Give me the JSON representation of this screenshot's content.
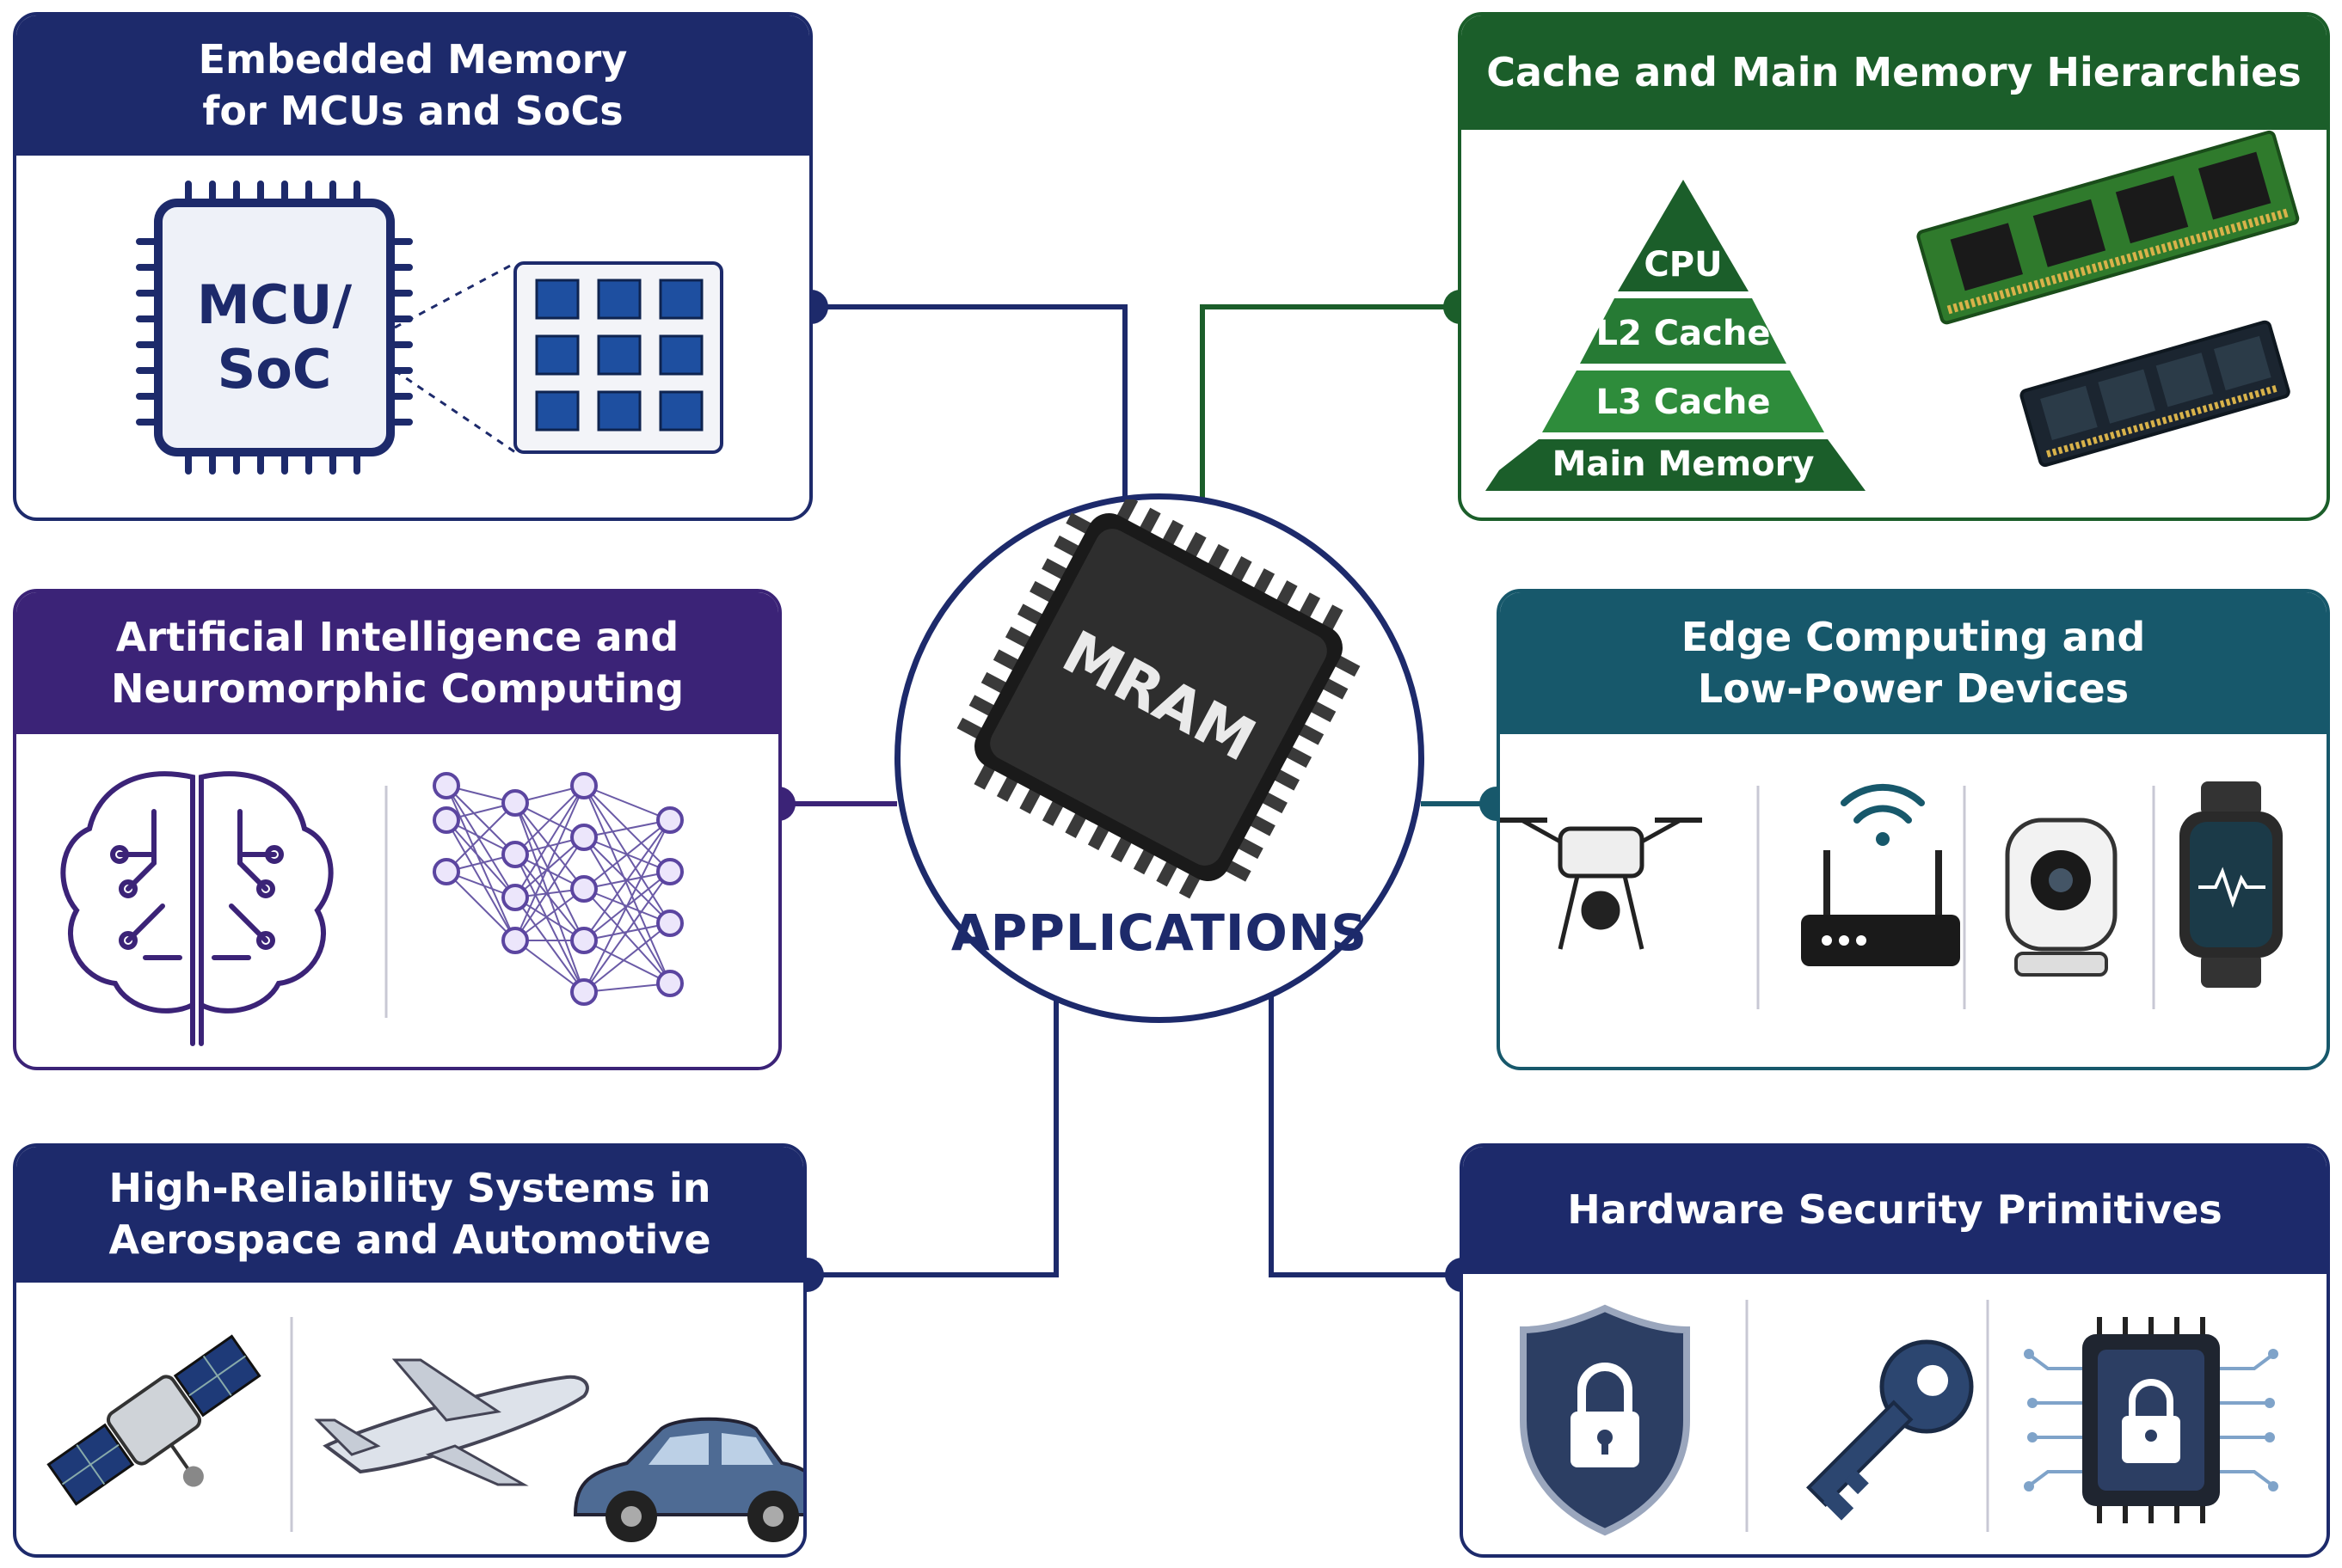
{
  "center": {
    "chip_label": "MRAM",
    "caption": "APPLICATIONS"
  },
  "colors": {
    "navy": "#1d2a6b",
    "green": "#1b5e2a",
    "purple": "#3b2377",
    "teal": "#17586b"
  },
  "panels": {
    "embedded": {
      "title": "Embedded Memory\nfor MCUs and SoCs",
      "chip_text": "MCU/\nSoC",
      "icons": [
        "mcu-chip-icon",
        "memory-array-icon"
      ]
    },
    "cache": {
      "title": "Cache and Main Memory Hierarchies",
      "pyramid": [
        "CPU",
        "L2 Cache",
        "L3 Cache",
        "Main Memory"
      ],
      "icons": [
        "ram-module-icon",
        "ram-module-icon"
      ]
    },
    "ai": {
      "title": "Artificial Intelligence and\nNeuromorphic Computing",
      "icons": [
        "brain-circuit-icon",
        "neural-network-icon"
      ]
    },
    "edge": {
      "title": "Edge Computing and\nLow-Power Devices",
      "icons": [
        "drone-icon",
        "wifi-router-icon",
        "security-camera-icon",
        "smartwatch-icon"
      ]
    },
    "reliability": {
      "title": "High-Reliability Systems in\nAerospace and Automotive",
      "icons": [
        "satellite-icon",
        "airplane-icon",
        "car-icon"
      ]
    },
    "security": {
      "title": "Hardware Security Primitives",
      "icons": [
        "shield-lock-icon",
        "key-icon",
        "secure-chip-icon"
      ]
    }
  }
}
